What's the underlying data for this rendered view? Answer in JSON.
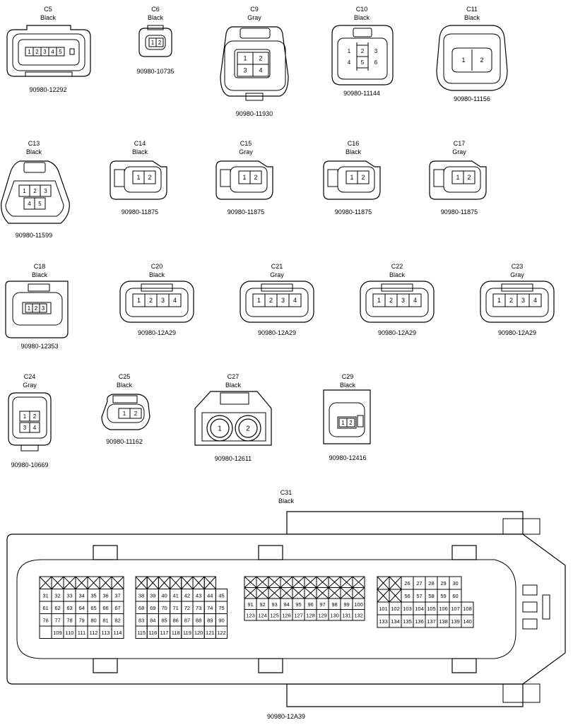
{
  "connectors": [
    {
      "id": "C5",
      "color": "Black",
      "part": "90980-12292",
      "pins": [
        "1",
        "2",
        "3",
        "4",
        "5"
      ]
    },
    {
      "id": "C6",
      "color": "Black",
      "part": "90980-10735",
      "pins": [
        "1",
        "2"
      ]
    },
    {
      "id": "C9",
      "color": "Gray",
      "part": "90980-11930",
      "pins": [
        "1",
        "2",
        "3",
        "4"
      ]
    },
    {
      "id": "C10",
      "color": "Black",
      "part": "90980-11144",
      "pins": [
        "1",
        "2",
        "3",
        "4",
        "5",
        "6"
      ]
    },
    {
      "id": "C11",
      "color": "Black",
      "part": "90980-11156",
      "pins": [
        "1",
        "2"
      ]
    },
    {
      "id": "C13",
      "color": "Black",
      "part": "90980-11599",
      "pins": [
        "1",
        "2",
        "3",
        "4",
        "5"
      ]
    },
    {
      "id": "C14",
      "color": "Black",
      "part": "90980-11875",
      "pins": [
        "1",
        "2"
      ]
    },
    {
      "id": "C15",
      "color": "Gray",
      "part": "90980-11875",
      "pins": [
        "1",
        "2"
      ]
    },
    {
      "id": "C16",
      "color": "Black",
      "part": "90980-11875",
      "pins": [
        "1",
        "2"
      ]
    },
    {
      "id": "C17",
      "color": "Gray",
      "part": "90980-11875",
      "pins": [
        "1",
        "2"
      ]
    },
    {
      "id": "C18",
      "color": "Black",
      "part": "90980-12353",
      "pins": [
        "1",
        "2",
        "3"
      ]
    },
    {
      "id": "C20",
      "color": "Black",
      "part": "90980-12A29",
      "pins": [
        "1",
        "2",
        "3",
        "4"
      ]
    },
    {
      "id": "C21",
      "color": "Gray",
      "part": "90980-12A29",
      "pins": [
        "1",
        "2",
        "3",
        "4"
      ]
    },
    {
      "id": "C22",
      "color": "Black",
      "part": "90980-12A29",
      "pins": [
        "1",
        "2",
        "3",
        "4"
      ]
    },
    {
      "id": "C23",
      "color": "Gray",
      "part": "90980-12A29",
      "pins": [
        "1",
        "2",
        "3",
        "4"
      ]
    },
    {
      "id": "C24",
      "color": "Gray",
      "part": "90980-10669",
      "pins": [
        "1",
        "2",
        "3",
        "4"
      ]
    },
    {
      "id": "C25",
      "color": "Black",
      "part": "90980-11162",
      "pins": [
        "1",
        "2"
      ]
    },
    {
      "id": "C27",
      "color": "Black",
      "part": "90980-12611",
      "pins": [
        "1",
        "2"
      ]
    },
    {
      "id": "C29",
      "color": "Black",
      "part": "90980-12416",
      "pins": [
        "1",
        "2"
      ]
    },
    {
      "id": "C31",
      "color": "Black",
      "part": "90980-12A39",
      "pins": []
    }
  ],
  "c31_blocks": [
    {
      "rows": [
        [
          "X",
          "X",
          "X",
          "X",
          "X",
          "X",
          "X"
        ],
        [
          "31",
          "32",
          "33",
          "34",
          "35",
          "36",
          "37"
        ],
        [
          "61",
          "62",
          "63",
          "64",
          "65",
          "66",
          "67"
        ],
        [
          "76",
          "77",
          "78",
          "79",
          "80",
          "81",
          "82"
        ],
        [
          "",
          "109",
          "110",
          "111",
          "112",
          "113",
          "114"
        ]
      ]
    },
    {
      "rows": [
        [
          "X",
          "X",
          "X",
          "X",
          "X",
          "X",
          "X"
        ],
        [
          "38",
          "39",
          "40",
          "41",
          "42",
          "43",
          "44",
          "45"
        ],
        [
          "68",
          "69",
          "70",
          "71",
          "72",
          "73",
          "74",
          "75"
        ],
        [
          "83",
          "84",
          "85",
          "86",
          "87",
          "88",
          "89",
          "90"
        ],
        [
          "115",
          "116",
          "117",
          "118",
          "119",
          "120",
          "121",
          "122"
        ]
      ]
    },
    {
      "rows": [
        [
          "X",
          "X",
          "X",
          "X",
          "X",
          "X",
          "X",
          "X",
          "X",
          "X"
        ],
        [
          "X",
          "X",
          "X",
          "X",
          "X",
          "X",
          "X",
          "X",
          "X",
          "X"
        ],
        [
          "91",
          "92",
          "93",
          "94",
          "95",
          "96",
          "97",
          "98",
          "99",
          "100"
        ],
        [
          "123",
          "124",
          "125",
          "126",
          "127",
          "128",
          "129",
          "130",
          "131",
          "132"
        ]
      ]
    },
    {
      "rows": [
        [
          "X",
          "X",
          "26",
          "27",
          "28",
          "29",
          "30"
        ],
        [
          "X",
          "X",
          "56",
          "57",
          "58",
          "59",
          "60"
        ],
        [
          "101",
          "102",
          "103",
          "104",
          "105",
          "106",
          "107",
          "108"
        ],
        [
          "133",
          "134",
          "135",
          "136",
          "137",
          "138",
          "139",
          "140"
        ]
      ]
    }
  ]
}
